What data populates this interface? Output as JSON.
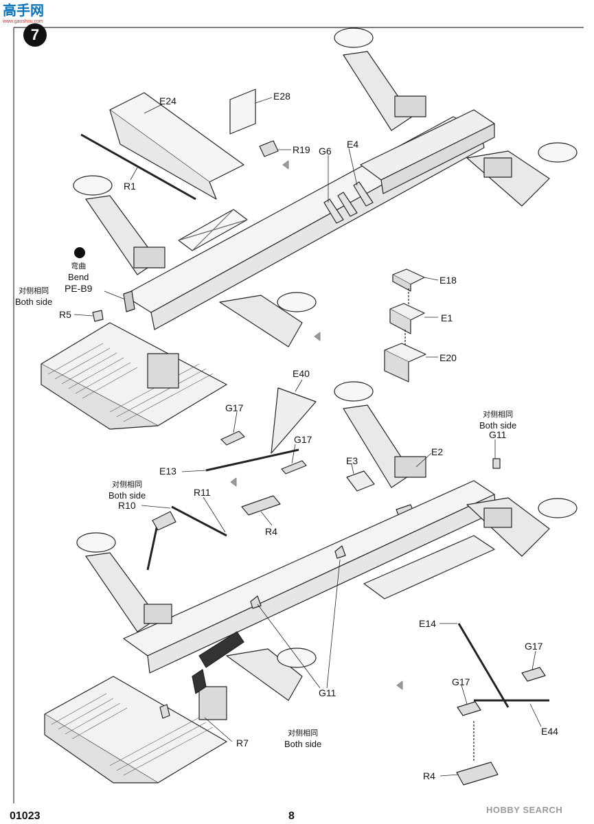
{
  "header": {
    "logo_text": "高手网",
    "logo_subtext": "www.gaoshou.com"
  },
  "step": {
    "number": "7"
  },
  "bend_note": {
    "chinese": "弯曲",
    "english": "Bend",
    "part": "PE-B9"
  },
  "both_side_notes": [
    {
      "chinese": "对侧相同",
      "english": "Both side"
    },
    {
      "chinese": "对侧相同",
      "english": "Both side"
    },
    {
      "chinese": "对侧相同",
      "english": "Both side"
    },
    {
      "chinese": "对侧相同",
      "english": "Both side"
    }
  ],
  "labels": {
    "E24": "E24",
    "E28": "E28",
    "R19": "R19",
    "R1": "R1",
    "G6": "G6",
    "E4": "E4",
    "E18": "E18",
    "E1": "E1",
    "E20": "E20",
    "R5": "R5",
    "E40": "E40",
    "G17a": "G17",
    "G17b": "G17",
    "E13": "E13",
    "R4a": "R4",
    "E3": "E3",
    "E2": "E2",
    "G11a": "G11",
    "R11": "R11",
    "R10": "R10",
    "G11b": "G11",
    "E14": "E14",
    "G17c": "G17",
    "G17d": "G17",
    "E44": "E44",
    "R4b": "R4",
    "R7": "R7"
  },
  "footer": {
    "code": "01023",
    "page": "8",
    "watermark": "HOBBY SEARCH"
  }
}
